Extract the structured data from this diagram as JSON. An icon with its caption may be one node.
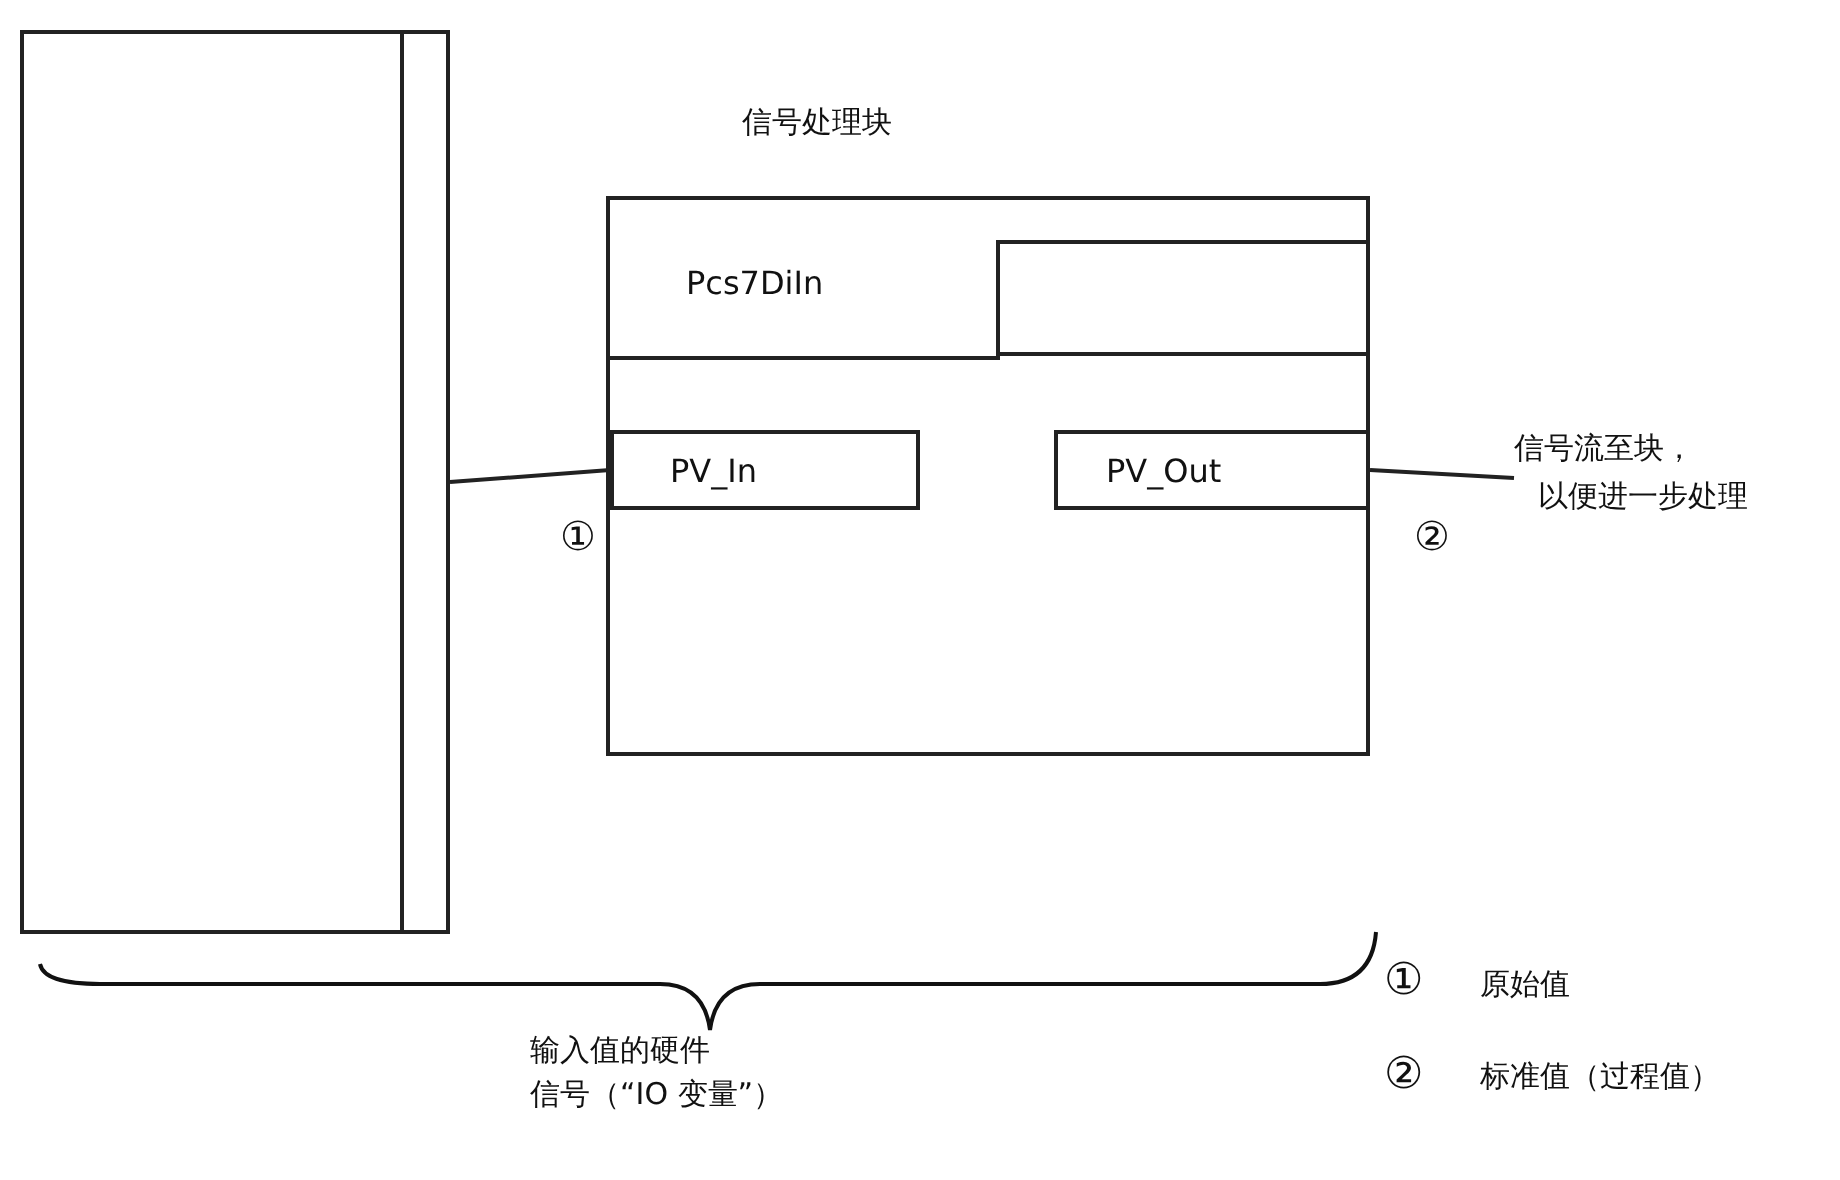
{
  "diagram": {
    "nodes": [
      {
        "text": [],
        "shape": "box"
      },
      {
        "text": [],
        "shape": "box",
        "in": 0
      },
      {
        "text": [
          "信号处理块",
          "Pcs7DiIn"
        ]
      },
      {
        "text": [],
        "shape": "box",
        "in": 2
      },
      {
        "text": [
          "PV_In"
        ],
        "in": 2
      },
      {
        "text": [
          "PV_Out"
        ],
        "in": 2
      },
      {
        "text": [
          "信号流至块，以便进一步处理"
        ]
      }
    ],
    "edges": [
      {
        "from": 1,
        "to": 4,
        "arrow": "none",
        "label": "①"
      },
      {
        "from": 5,
        "to": 6,
        "arrow": "none",
        "label": "②"
      }
    ],
    "labels": [
      "输入值的硬件信号（“IO 变量”）",
      "①",
      "原始值",
      "②",
      "标准值（过程值）"
    ]
  }
}
